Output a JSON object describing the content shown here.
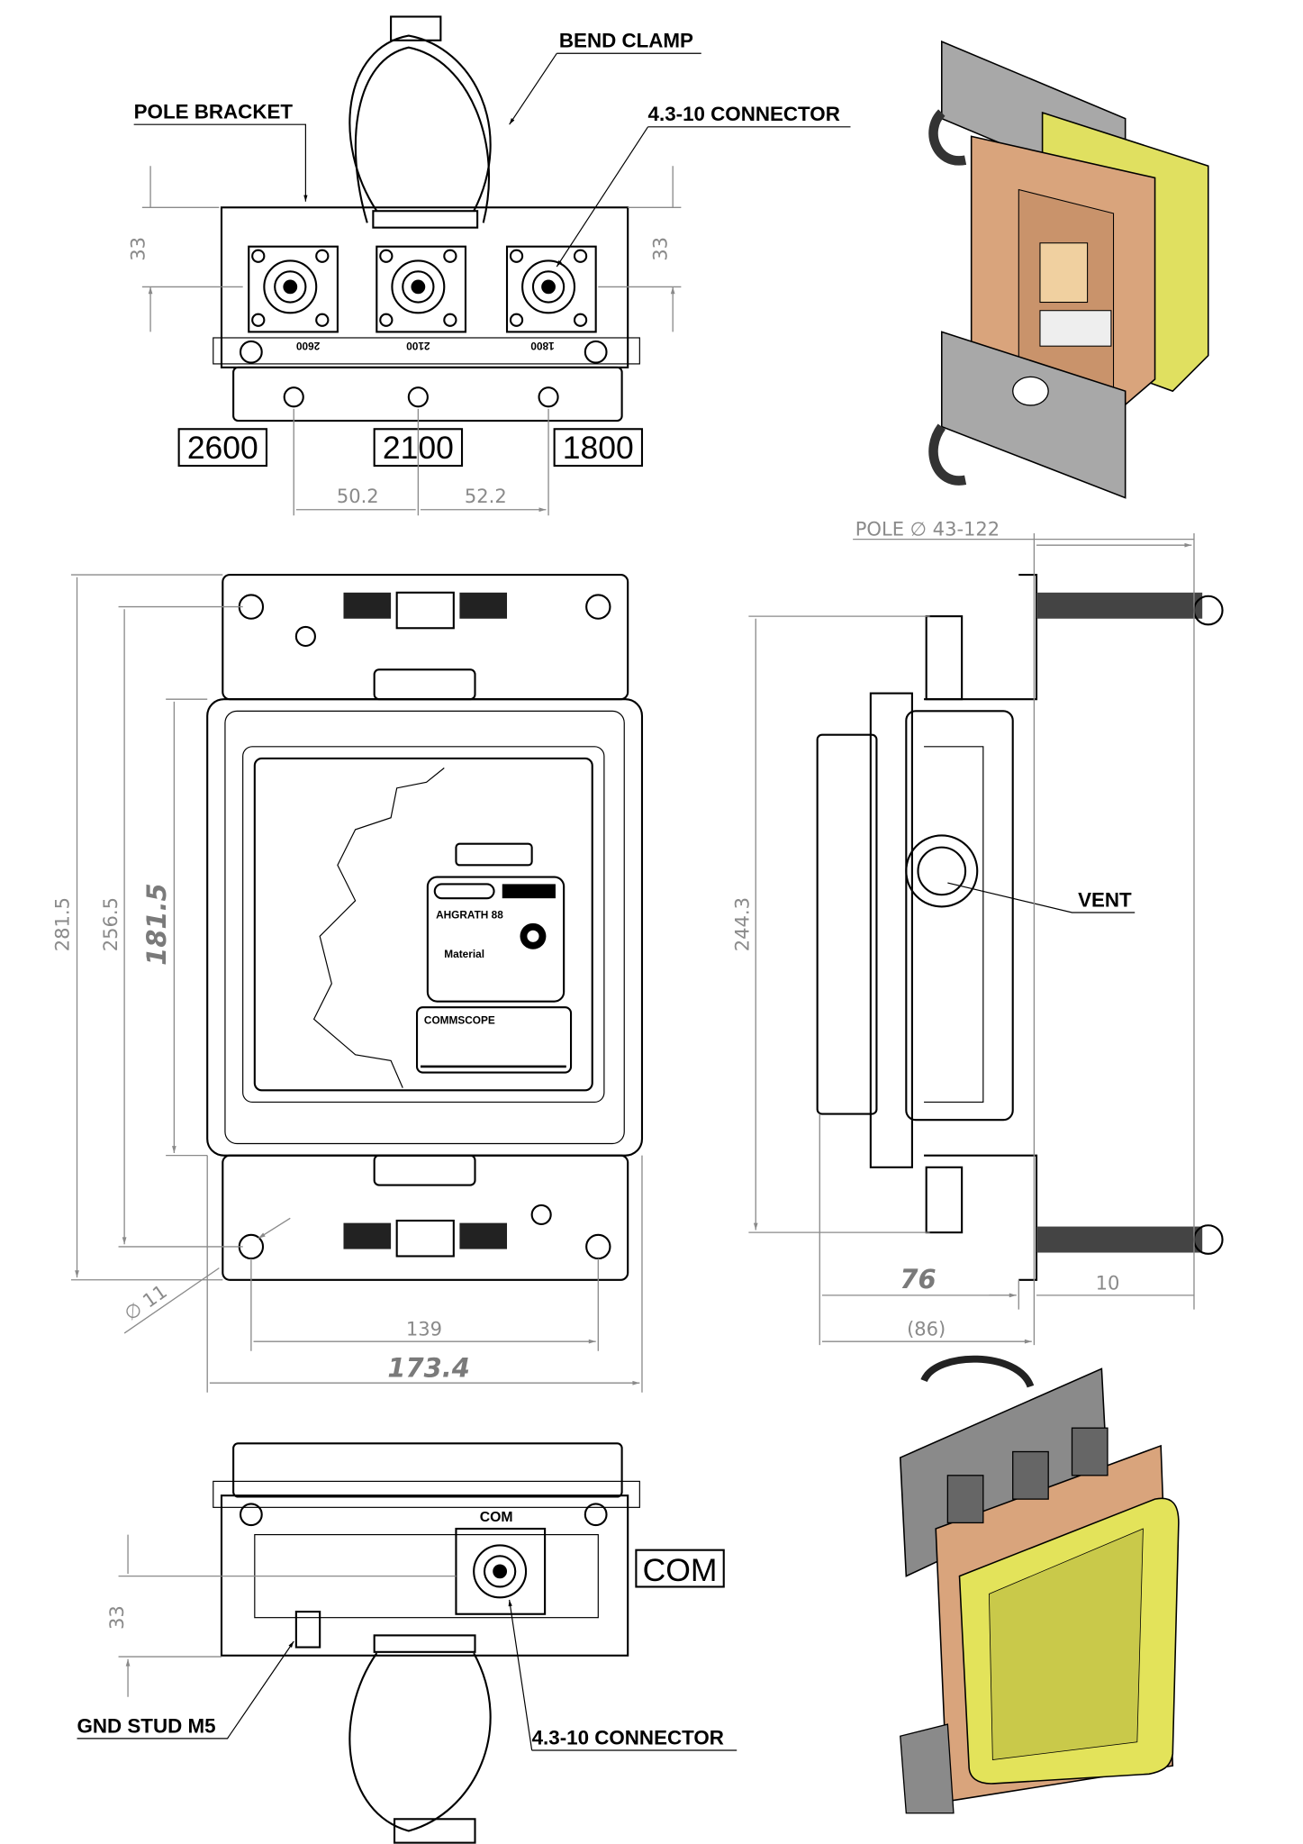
{
  "callouts": {
    "bend_clamp": "BEND CLAMP",
    "pole_bracket": "POLE BRACKET",
    "connector_top": "4.3-10 CONNECTOR",
    "vent": "VENT",
    "gnd_stud": "GND STUD M5",
    "connector_bottom": "4.3-10 CONNECTOR"
  },
  "port_labels": {
    "p2600": "2600",
    "p2100": "2100",
    "p1800": "1800",
    "com": "COM"
  },
  "engraved": {
    "p2600": "2600",
    "p2100": "2100",
    "p1800": "1800",
    "com": "COM"
  },
  "device_label": {
    "brand": "COMMSCOPE",
    "model": "AHGRATH 88",
    "material": "Material"
  },
  "dimensions": {
    "top_left_33": "33",
    "top_right_33": "33",
    "spacing_left": "50.2",
    "spacing_right": "52.2",
    "pole_range": "POLE ∅ 43-122",
    "height_overall": "281.5",
    "height_holes": "256.5",
    "height_body": "181.5",
    "side_height": "244.3",
    "depth": "76",
    "bracket_offset": "10",
    "depth_overall": "(86)",
    "hole_dia": "∅ 11",
    "hole_spacing": "139",
    "width_overall": "173.4",
    "bottom_33": "33"
  },
  "colors": {
    "copper": "#d9a47c",
    "yellow": "#e3e35a",
    "steel": "#9a9a9a"
  }
}
